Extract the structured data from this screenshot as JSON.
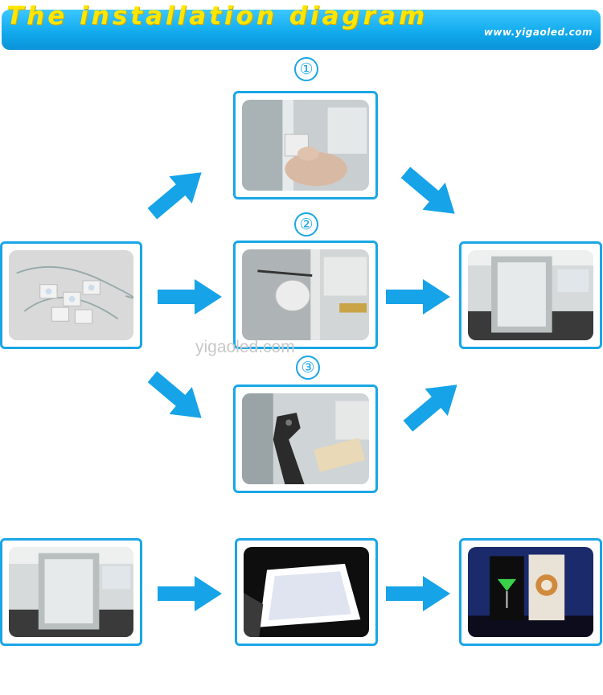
{
  "header": {
    "title": "The installation diagram",
    "url": "www.yigaoled.com"
  },
  "steps": [
    {
      "number": "1",
      "label": "①"
    },
    {
      "number": "2",
      "label": "②"
    },
    {
      "number": "3",
      "label": "③"
    }
  ],
  "watermark": "yigaoled.com",
  "colors": {
    "accent": "#1aa6e6",
    "title": "#ffe600",
    "banner": "#10a8ec"
  }
}
